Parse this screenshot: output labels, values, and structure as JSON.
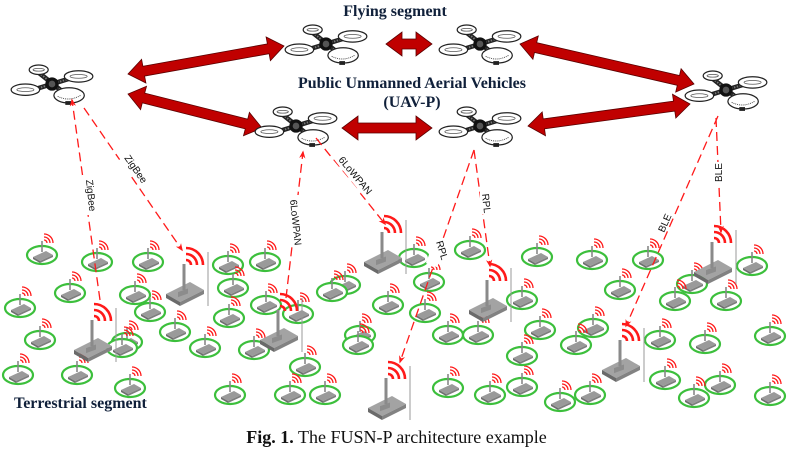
{
  "figure": {
    "flying_segment_label": "Flying segment",
    "uav_label_line1": "Public Unmanned Aerial Vehicles",
    "uav_label_line2": "(UAV-P)",
    "terrestrial_segment_label": "Terrestrial segment",
    "caption_prefix": "Fig. 1.",
    "caption_text": " The FUSN-P architecture example"
  },
  "colors": {
    "arrow_fill": "#c00000",
    "link_color": "#ff1a1a",
    "sensor_ring": "#3cbf3c",
    "gateway_gray": "#8a8a8a",
    "heading_text": "#10203a"
  },
  "uavs": [
    {
      "id": "uav-left"
    },
    {
      "id": "uav-top-center-left"
    },
    {
      "id": "uav-top-center-right"
    },
    {
      "id": "uav-right"
    },
    {
      "id": "uav-bottom-center-left"
    },
    {
      "id": "uav-bottom-center-right"
    }
  ],
  "links": [
    {
      "protocol": "ZigBee",
      "from_uav": "uav-left",
      "direction": "to-uav"
    },
    {
      "protocol": "ZigBee",
      "from_uav": "uav-left",
      "direction": "to-gateway"
    },
    {
      "protocol": "6LoWPAN",
      "from_uav": "uav-bottom-center-left",
      "direction": "to-gateway"
    },
    {
      "protocol": "6LoWPAN",
      "from_uav": "uav-bottom-center-left",
      "direction": "to-uav"
    },
    {
      "protocol": "RPL",
      "from_uav": "uav-bottom-center-right",
      "direction": "to-gateway"
    },
    {
      "protocol": "RPL",
      "from_uav": "uav-bottom-center-right",
      "direction": "to-gateway"
    },
    {
      "protocol": "BLE",
      "from_uav": "uav-right",
      "direction": "to-gateway"
    },
    {
      "protocol": "BLE",
      "from_uav": "uav-right",
      "direction": "to-gateway"
    }
  ]
}
